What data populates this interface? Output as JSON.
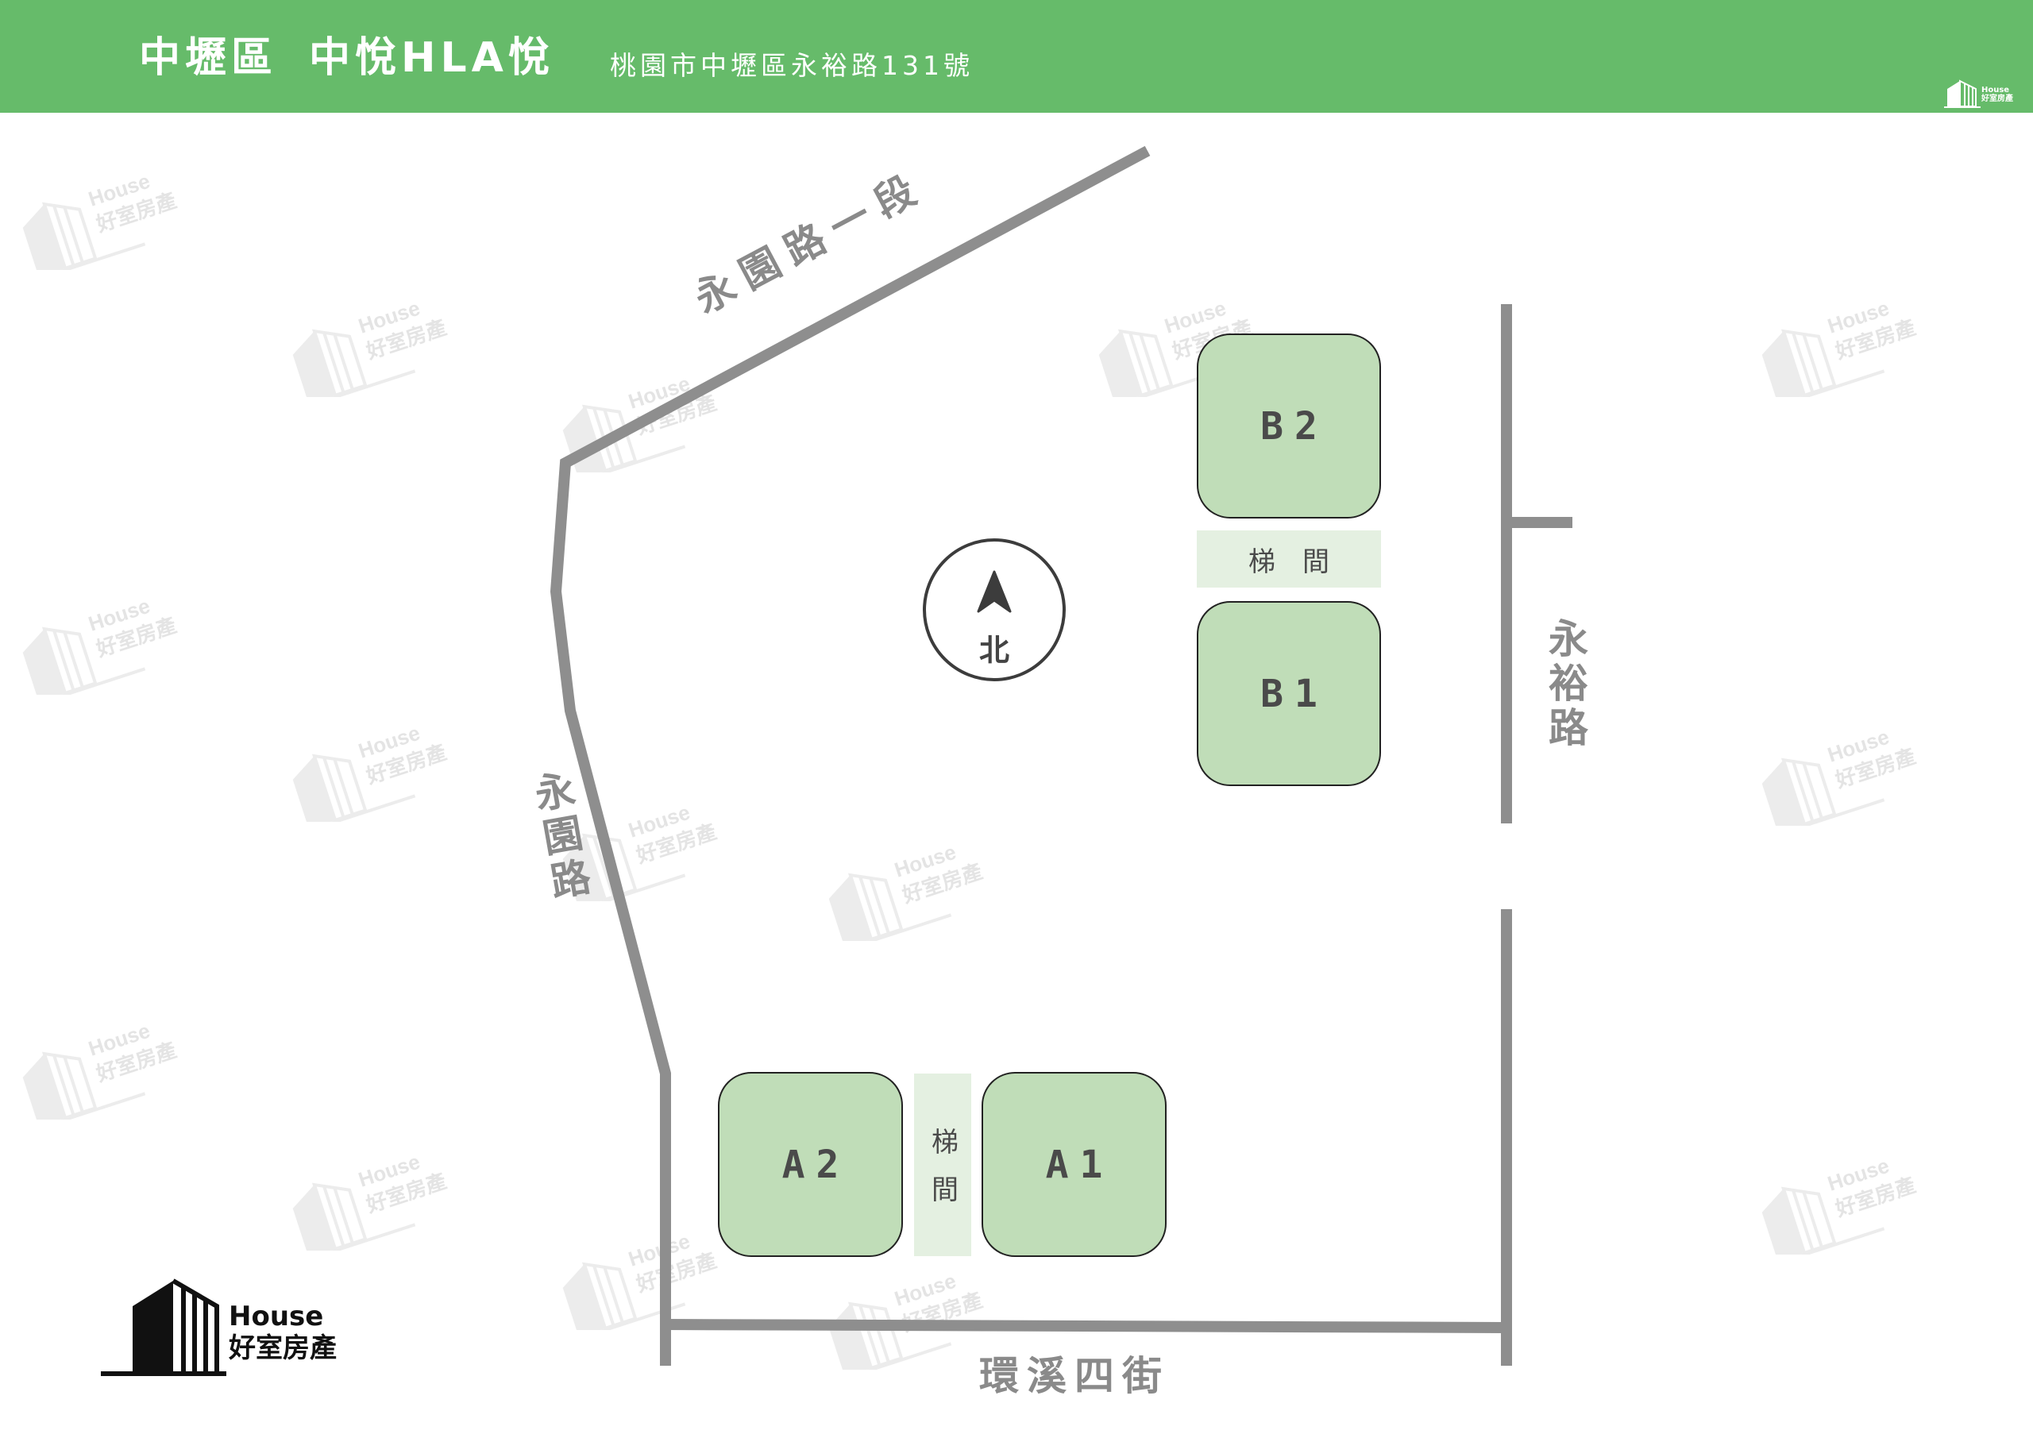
{
  "header": {
    "district": "中壢區",
    "project_name": "中悅HLA悅",
    "address": "桃園市中壢區永裕路131號",
    "logo": {
      "icon": "building-logo-icon",
      "line1": "House",
      "line2": "好室房產"
    }
  },
  "map": {
    "roads": [
      {
        "name": "永園路一段",
        "orientation": "diagonal"
      },
      {
        "name": "永園路",
        "orientation": "vertical"
      },
      {
        "name": "永裕路",
        "orientation": "vertical"
      },
      {
        "name": "環溪四街",
        "orientation": "horizontal"
      }
    ],
    "compass": {
      "icon": "north-arrow-icon",
      "label": "北"
    },
    "buildings": [
      {
        "id": "B2",
        "label": "B2"
      },
      {
        "id": "B1",
        "label": "B1"
      },
      {
        "id": "A2",
        "label": "A2"
      },
      {
        "id": "A1",
        "label": "A1"
      }
    ],
    "stairwells": [
      {
        "id": "stair-b",
        "label": "梯間",
        "between": [
          "B2",
          "B1"
        ]
      },
      {
        "id": "stair-a",
        "label": "梯間",
        "between": [
          "A2",
          "A1"
        ]
      }
    ]
  },
  "footer_logo": {
    "icon": "building-logo-icon",
    "line1": "House",
    "line2": "好室房產"
  },
  "watermark": {
    "line1": "House",
    "line2": "好室房產"
  },
  "colors": {
    "header_green": "#66bb6a",
    "unit_fill": "#c0ddb8",
    "stair_fill": "#e4f0e1",
    "road_gray": "#8e8e8e",
    "text_dark": "#4a4a4a"
  }
}
